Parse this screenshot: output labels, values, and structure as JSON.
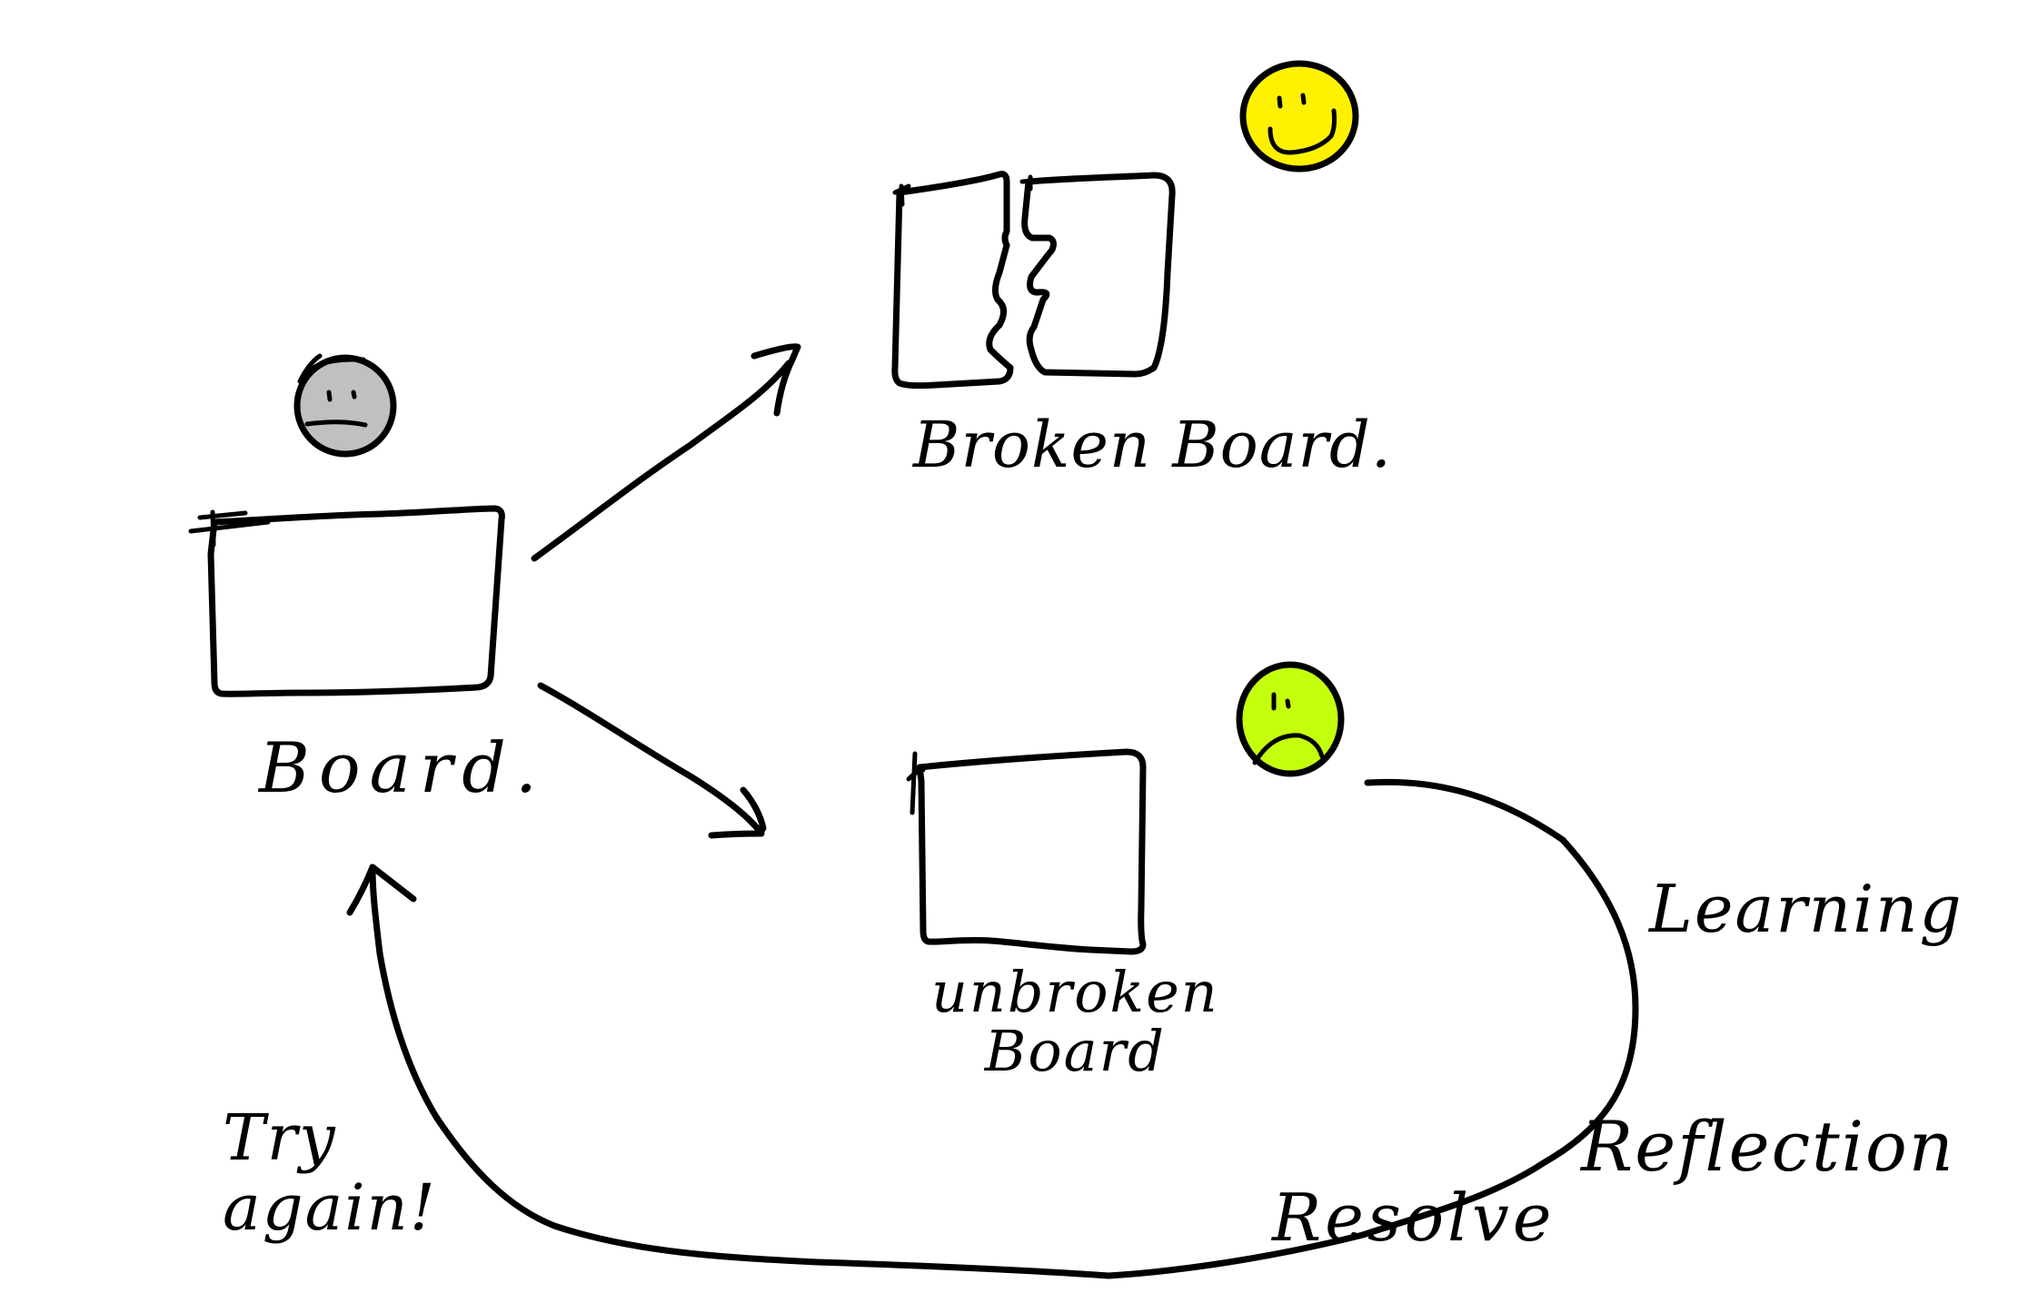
{
  "diagram": {
    "title": "",
    "nodes": {
      "board": {
        "label": "Board.",
        "face": "neutral",
        "face_color": "#c0c0c0",
        "fill_color": "#b87a56"
      },
      "broken_board": {
        "label": "Broken Board.",
        "face": "happy",
        "face_color": "#fff200",
        "fill_color": "#b87a56"
      },
      "unbroken_board": {
        "label_line1": "unbroken",
        "label_line2": "Board",
        "face": "sad",
        "face_color": "#c4ff0e",
        "fill_color": "#b87a56"
      }
    },
    "loop_labels": {
      "learning": "Learning",
      "reflection": "Reflection",
      "resolve": "Resolve"
    },
    "return_label": {
      "line1": "Try",
      "line2": "again!"
    },
    "edges": [
      {
        "from": "board",
        "to": "broken_board"
      },
      {
        "from": "board",
        "to": "unbroken_board"
      },
      {
        "from": "unbroken_board",
        "to": "board",
        "via": [
          "Learning",
          "Reflection",
          "Resolve"
        ],
        "label": "Try again!"
      }
    ],
    "colors": {
      "ink": "#000000",
      "board": "#b87a56",
      "neutral_face": "#c0c0c0",
      "happy_face": "#fff200",
      "sad_face": "#c4ff0e",
      "background": "#ffffff"
    }
  }
}
